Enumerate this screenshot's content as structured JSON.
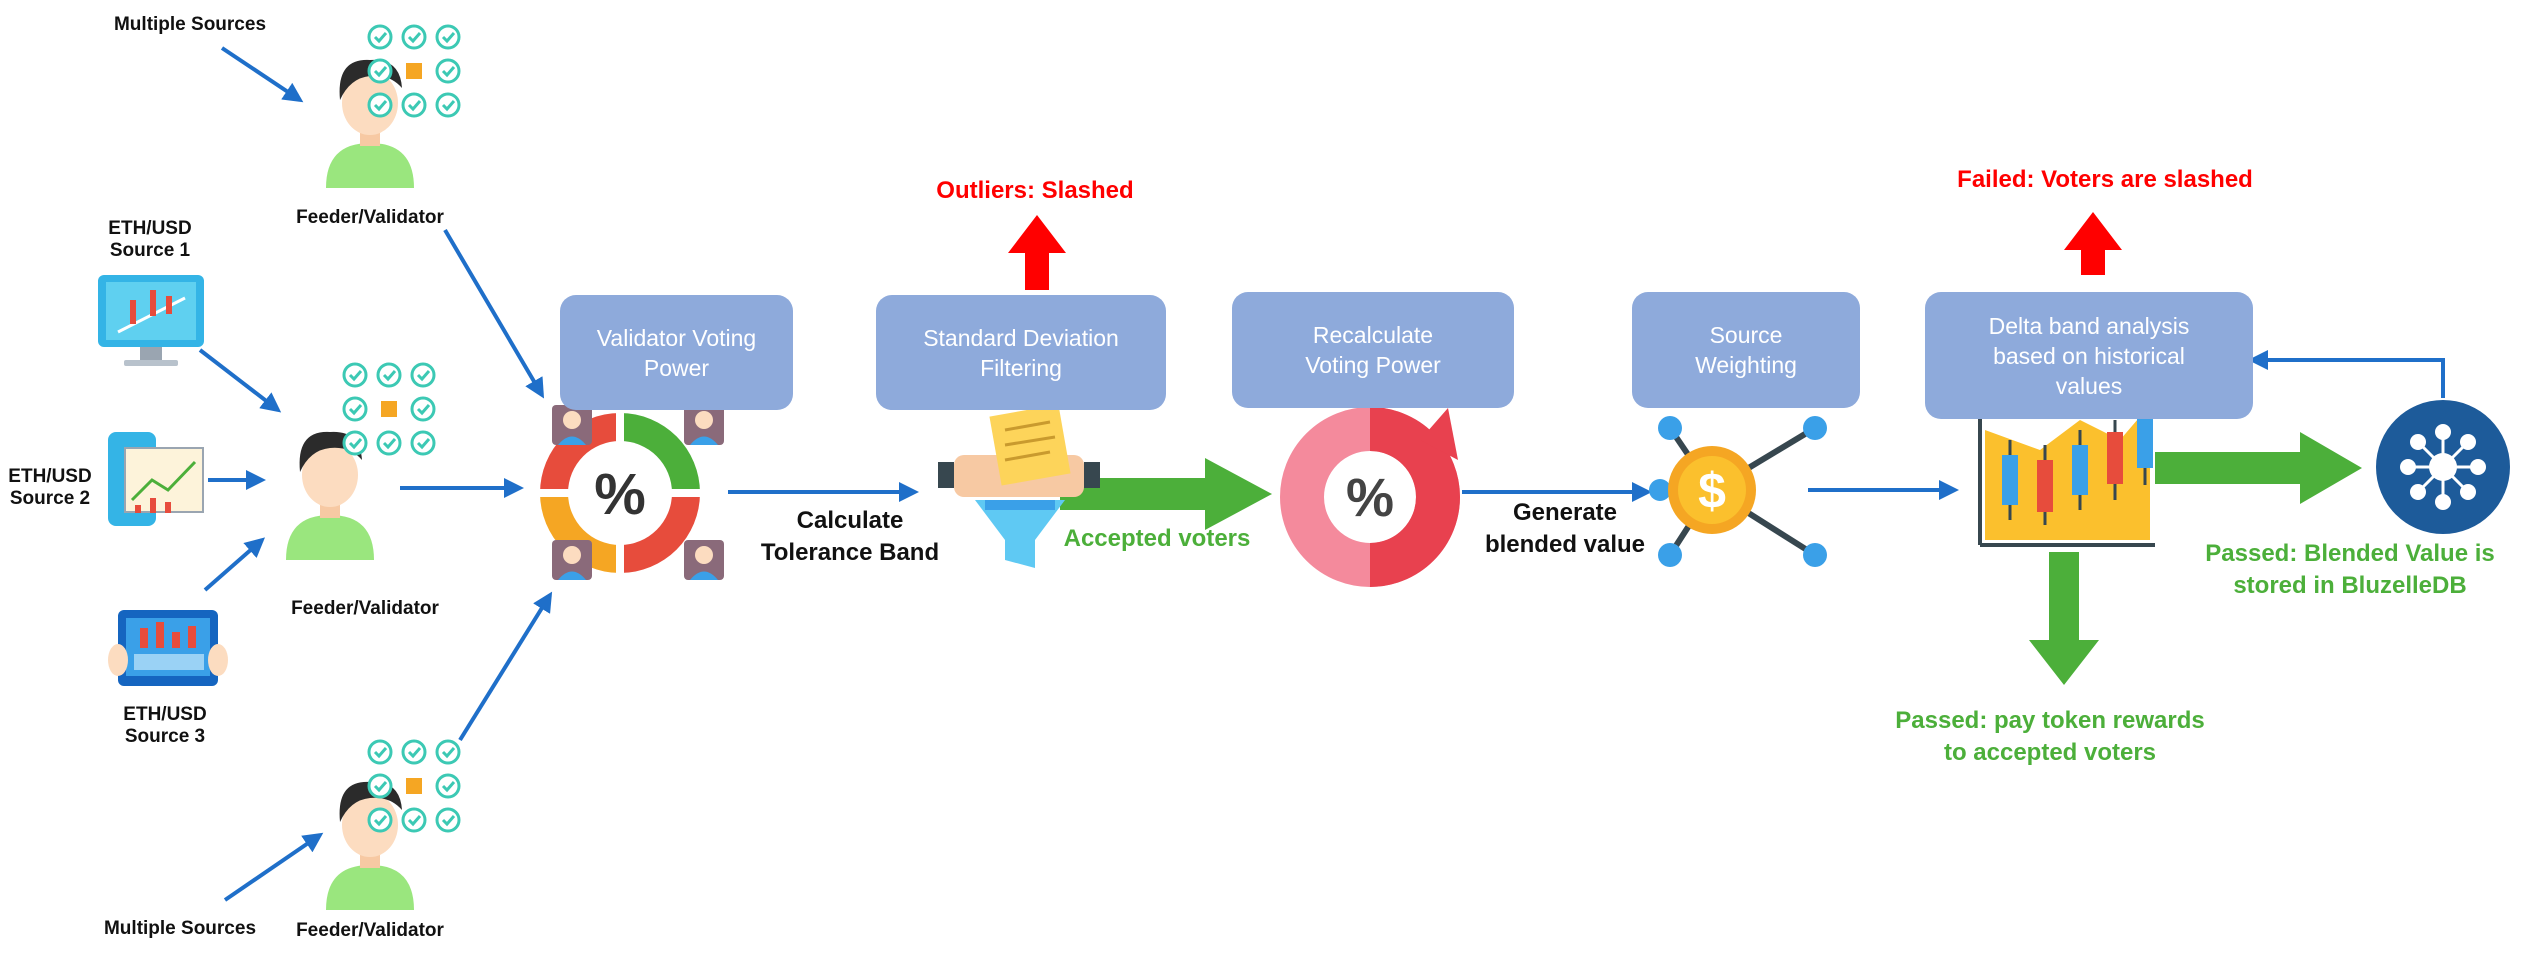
{
  "sources": {
    "multiple_top": "Multiple Sources",
    "multiple_bottom": "Multiple Sources",
    "eth1": "ETH/USD\nSource 1",
    "eth2": "ETH/USD\nSource 2",
    "eth3": "ETH/USD\nSource 3"
  },
  "feeders": {
    "top": "Feeder/Validator",
    "middle": "Feeder/Validator",
    "bottom": "Feeder/Validator"
  },
  "boxes": {
    "voting_power": "Validator Voting\nPower",
    "std_dev": "Standard Deviation\nFiltering",
    "recalc": "Recalculate\nVoting Power",
    "source_weighting": "Source\nWeighting",
    "delta_band": "Delta band analysis\nbased on historical\nvalues"
  },
  "labels": {
    "tolerance": "Calculate\nTolerance Band",
    "accepted": "Accepted voters",
    "blended": "Generate\nblended value",
    "outliers": "Outliers: Slashed",
    "failed": "Failed: Voters are slashed",
    "passed_stored": "Passed: Blended Value is\nstored in BluzelleDB",
    "passed_rewards": "Passed: pay token rewards\nto accepted voters"
  },
  "icons": {
    "percent_symbol": "%",
    "dollar_symbol": "$"
  },
  "colors": {
    "box": "#8eaadb",
    "arrow_blue": "#1f6fc9",
    "arrow_green": "#4caf3a",
    "arrow_red": "#ff0000",
    "text_red": "#ff0000",
    "text_green": "#4caf3a"
  }
}
